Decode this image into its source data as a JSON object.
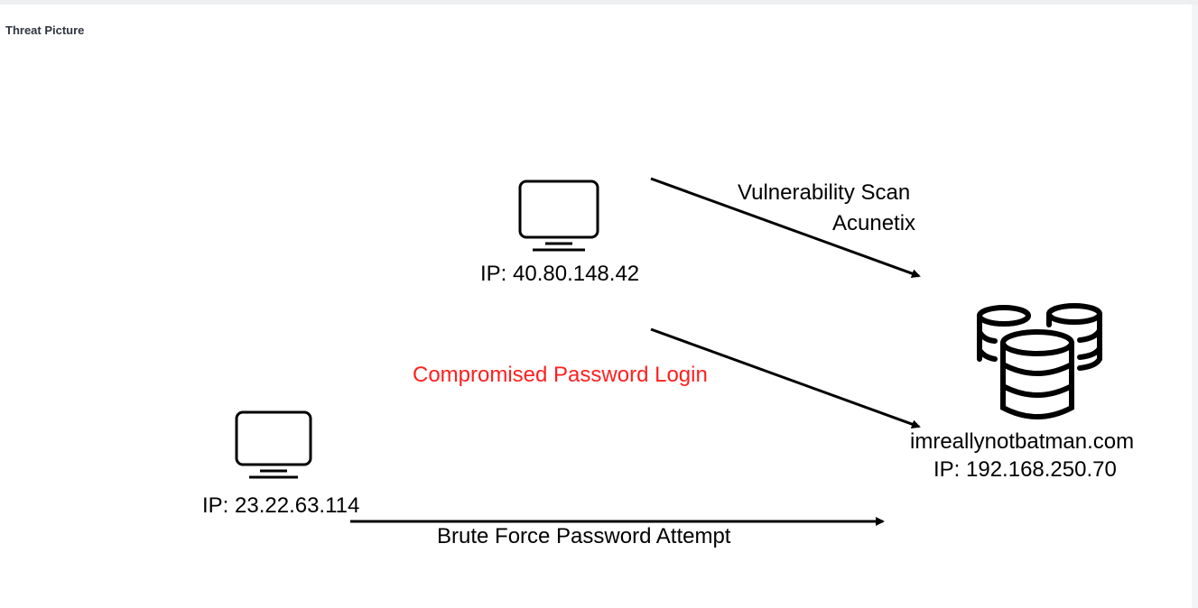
{
  "panel": {
    "title": "Threat Picture"
  },
  "nodes": {
    "scanner": {
      "ip_label": "IP: 40.80.148.42",
      "icon": "monitor-icon"
    },
    "bruteforcer": {
      "ip_label": "IP: 23.22.63.114",
      "icon": "monitor-icon"
    },
    "server": {
      "hostname": "imreallynotbatman.com",
      "ip_label": "IP: 192.168.250.70",
      "icon": "database-icon"
    }
  },
  "edges": {
    "vuln_scan": {
      "line1": "Vulnerability Scan",
      "line2": "Acunetix"
    },
    "compromised_login": {
      "label": "Compromised Password Login",
      "color": "#ff1f1f"
    },
    "brute_force": {
      "label": "Brute Force Password Attempt"
    }
  }
}
